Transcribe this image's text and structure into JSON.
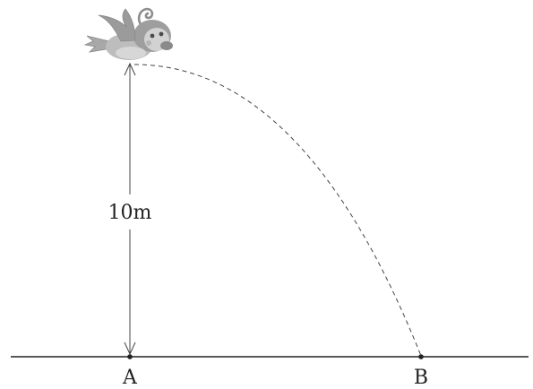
{
  "diagram": {
    "height_label": "10m",
    "point_a": "A",
    "point_b": "B"
  },
  "figure": {
    "character": "flying-bird"
  },
  "colors": {
    "ink": "#222222",
    "bird_light": "#b9b9b9",
    "bird_mid": "#9a9a9a",
    "bird_dark": "#6f6f6f"
  }
}
